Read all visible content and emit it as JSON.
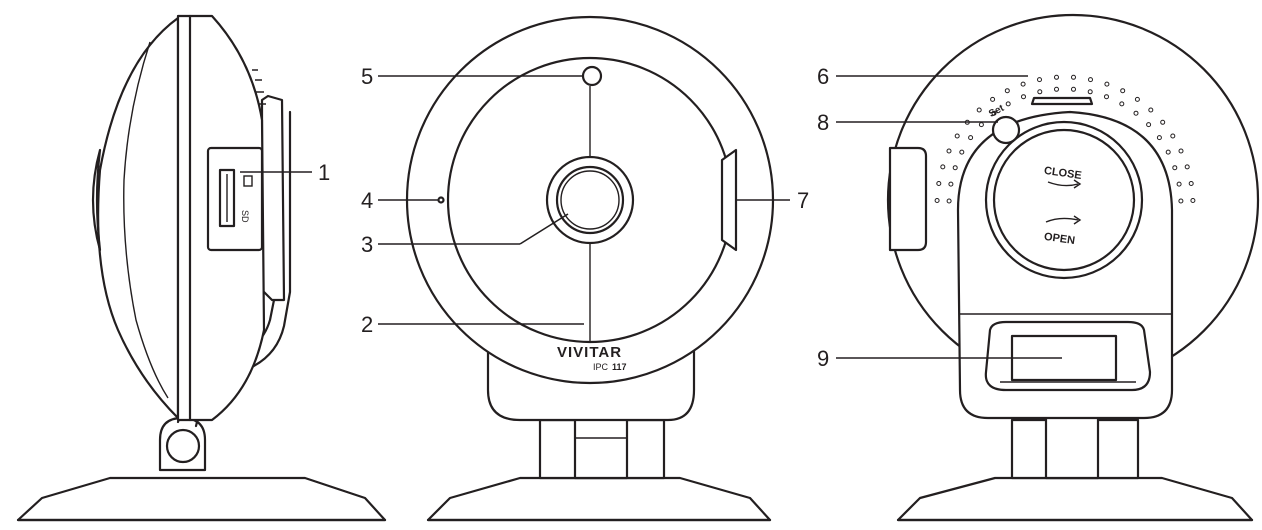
{
  "callouts": {
    "c1": "1",
    "c2": "2",
    "c3": "3",
    "c4": "4",
    "c5": "5",
    "c6": "6",
    "c7": "7",
    "c8": "8",
    "c9": "9"
  },
  "front": {
    "brand": "VIVITAR",
    "model_prefix": "IPC",
    "model_number": "117"
  },
  "back": {
    "dial_close": "CLOSE",
    "dial_open": "OPEN",
    "set_label": "Set"
  }
}
